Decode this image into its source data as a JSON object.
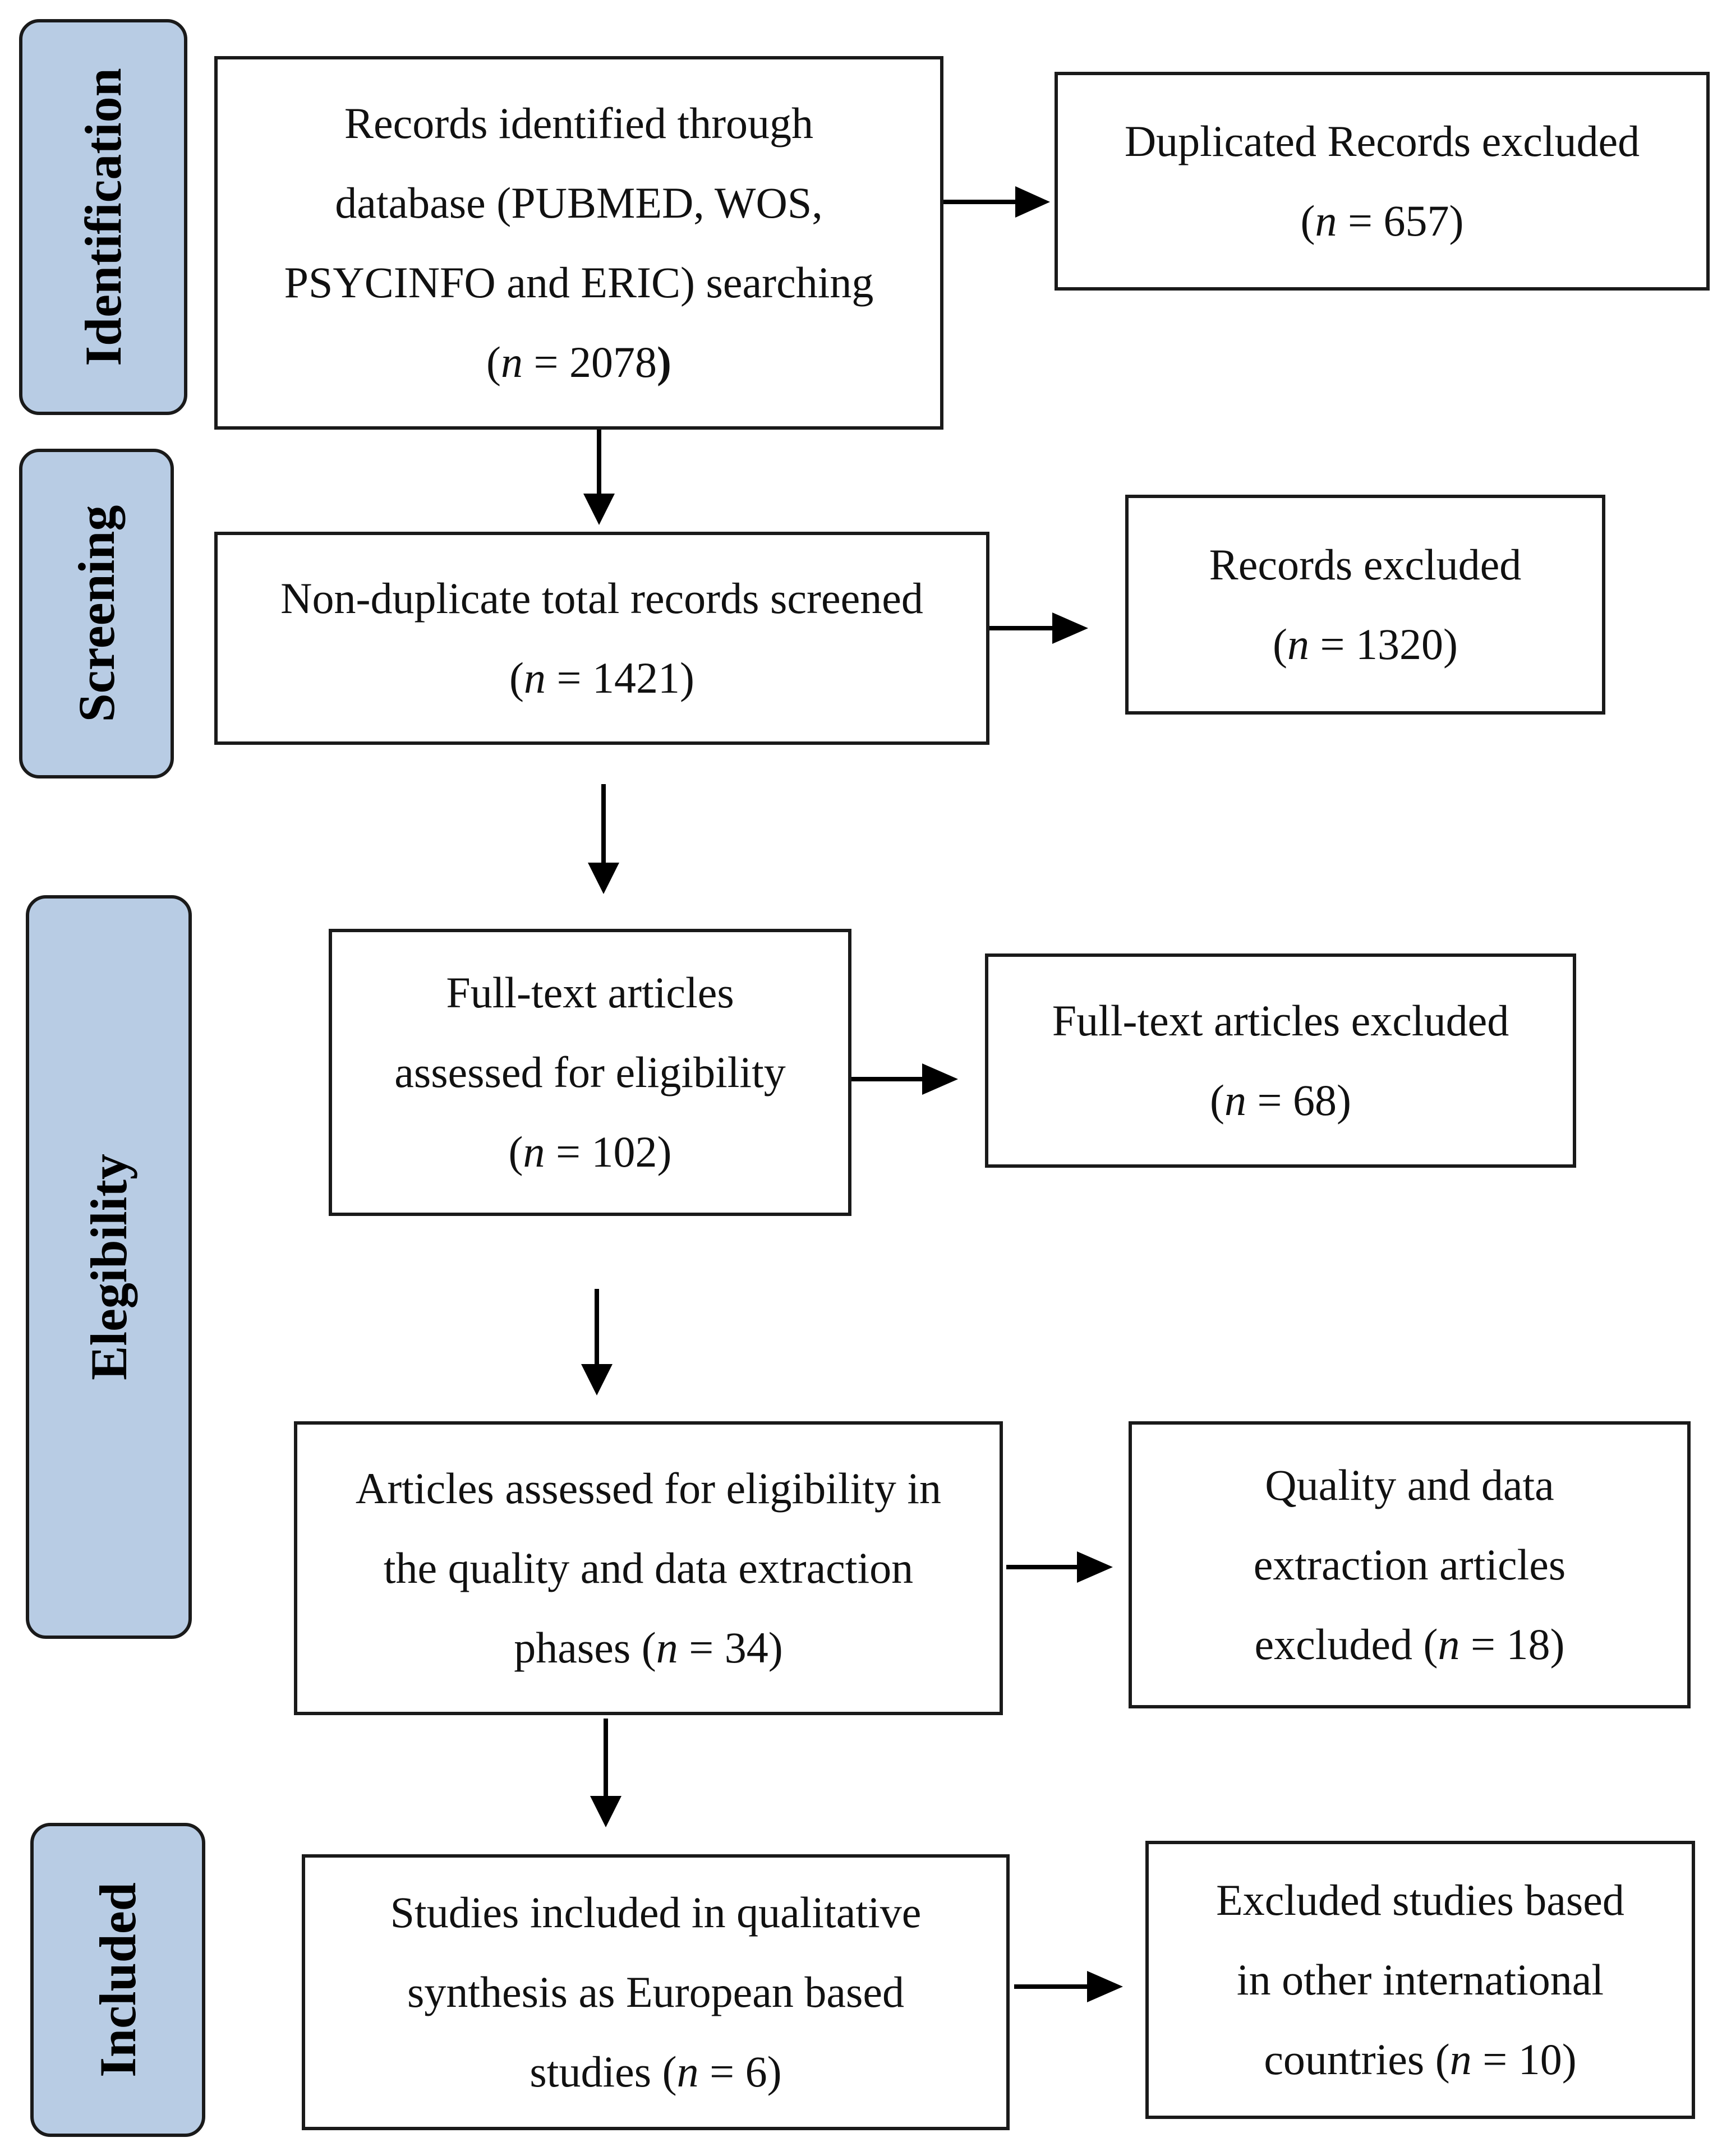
{
  "stages": [
    {
      "id": "identification",
      "label": "Identification"
    },
    {
      "id": "screening",
      "label": "Screening"
    },
    {
      "id": "eligibility",
      "label": "Elegibility"
    },
    {
      "id": "included",
      "label": "Included"
    }
  ],
  "boxes": {
    "identified": {
      "lines": [
        "Records identified through",
        "database (PUBMED, WOS,",
        "PSYCINFO and ERIC) searching"
      ],
      "count": {
        "open": "(",
        "n": "n",
        "value": " = 2078",
        "close": ")"
      }
    },
    "duplicates": {
      "lines": [
        "Duplicated Records excluded"
      ],
      "count": {
        "open": "(",
        "n": "n",
        "value": " = 657",
        "close": ")"
      }
    },
    "screened": {
      "lines": [
        "Non-duplicate total records screened"
      ],
      "count": {
        "open": "(",
        "n": "n",
        "value": " = 1421",
        "close": ")"
      }
    },
    "records_excluded": {
      "lines": [
        "Records excluded"
      ],
      "count": {
        "open": "(",
        "n": "n",
        "value": " = 1320",
        "close": ")"
      }
    },
    "fulltext": {
      "lines": [
        "Full-text articles",
        "assessed for eligibility"
      ],
      "count": {
        "open": "(",
        "n": "n",
        "value": " = 102",
        "close": ")"
      }
    },
    "fulltext_excluded": {
      "lines": [
        "Full-text articles excluded"
      ],
      "count": {
        "open": "(",
        "n": "n",
        "value": " = 68",
        "close": ")"
      }
    },
    "quality": {
      "lines": [
        "Articles assessed for eligibility in",
        "the quality and data extraction"
      ],
      "count": {
        "open": "phases (",
        "n": "n",
        "value": " = 34",
        "close": ")"
      }
    },
    "quality_excluded": {
      "lines": [
        "Quality and data",
        "extraction articles"
      ],
      "count": {
        "open": "excluded (",
        "n": "n",
        "value": " = 18",
        "close": ")"
      }
    },
    "included": {
      "lines": [
        "Studies included in qualitative",
        "synthesis as European based"
      ],
      "count": {
        "open": "studies (",
        "n": "n",
        "value": " = 6",
        "close": ")"
      }
    },
    "international_excluded": {
      "lines": [
        "Excluded studies based",
        "in other international"
      ],
      "count": {
        "open": "countries (",
        "n": "n",
        "value": " = 10",
        "close": ")"
      }
    }
  }
}
